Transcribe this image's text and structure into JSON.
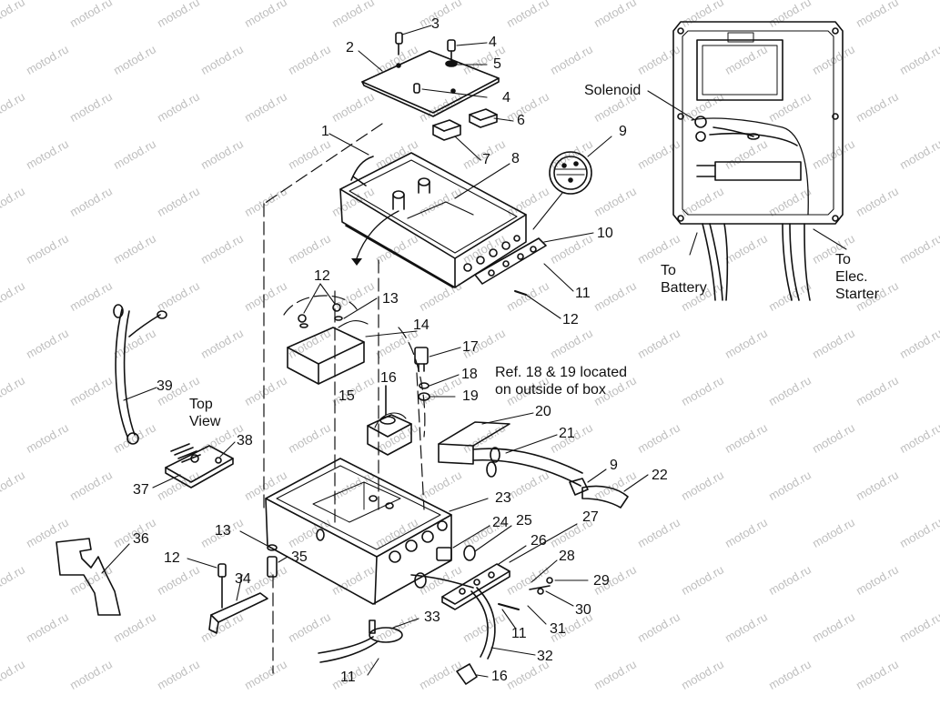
{
  "watermark": "motod.ru",
  "part_numbers": {
    "p1": "1",
    "p2": "2",
    "p3": "3",
    "p4a": "4",
    "p4b": "4",
    "p5": "5",
    "p6": "6",
    "p7": "7",
    "p8": "8",
    "p9a": "9",
    "p9b": "9",
    "p10": "10",
    "p11a": "11",
    "p11b": "11",
    "p11c": "11",
    "p12a": "12",
    "p12b": "12",
    "p12c": "12",
    "p13a": "13",
    "p13b": "13",
    "p14": "14",
    "p15": "15",
    "p16a": "16",
    "p16b": "16",
    "p17": "17",
    "p18": "18",
    "p19": "19",
    "p20": "20",
    "p21": "21",
    "p22": "22",
    "p23": "23",
    "p24": "24",
    "p25": "25",
    "p26": "26",
    "p27": "27",
    "p28": "28",
    "p29": "29",
    "p30": "30",
    "p31": "31",
    "p32": "32",
    "p33": "33",
    "p34": "34",
    "p35": "35",
    "p36": "36",
    "p37": "37",
    "p38": "38",
    "p39": "39"
  },
  "notes": {
    "top_view_1": "Top",
    "top_view_2": "View",
    "ref_1": "Ref. 18 & 19 located",
    "ref_2": "on outside of box",
    "solenoid": "Solenoid",
    "to_battery_1": "To",
    "to_battery_2": "Battery",
    "to_starter_1": "To",
    "to_starter_2": "Elec.",
    "to_starter_3": "Starter"
  },
  "colors": {
    "ink": "#111111",
    "watermark": "#bfbfbf",
    "background": "#ffffff"
  }
}
